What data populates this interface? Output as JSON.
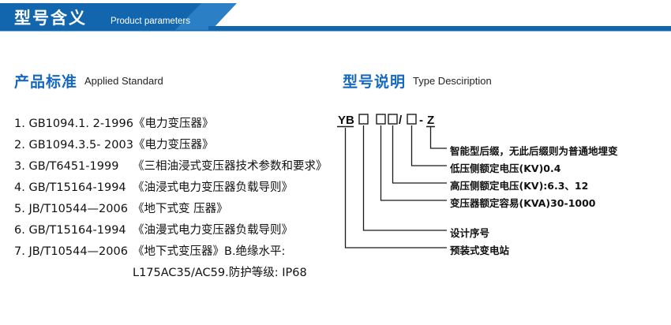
{
  "banner": {
    "title_cn": "型号含义",
    "title_en": "Product parameters",
    "color_dark": "#1266ad",
    "color_mid": "#2b7fc4",
    "color_bar": "#1266ad"
  },
  "sections": {
    "standard": {
      "title_cn": "产品标准",
      "title_en": "Applied Standard",
      "accent_color": "#1669c1",
      "items": [
        {
          "index": "1.",
          "code": "GB1094.1. 2-1996",
          "name": "《电力变压器》"
        },
        {
          "index": "2.",
          "code": "GB1094.3.5- 2003",
          "name": "《电力变压器》"
        },
        {
          "index": "3.",
          "code": "GB/T6451-1999",
          "name": "《三相油浸式变压器技术参数和要求》"
        },
        {
          "index": "4.",
          "code": "GB/T15164-1994",
          "name": "《油浸式电力变压器负载导则》"
        },
        {
          "index": "5.",
          "code": "JB/T10544—2006",
          "name": "《地下式变 压器》"
        },
        {
          "index": "6.",
          "code": "GB/T15164-1994",
          "name": "《油漫式电力变压器负载导则》"
        },
        {
          "index": "7.",
          "code": "JB/T10544—2006",
          "name": "《地下式变压器》B.绝缘水平:"
        }
      ],
      "continuation": "L175AC35/AC59.防护等级: IP68"
    },
    "type": {
      "title_cn": "型号说明",
      "title_en": "Type Desciription",
      "accent_color": "#1669c1",
      "code": {
        "prefix": "YB",
        "box1": "□",
        "box2": "□",
        "box3": "□",
        "slash": "/",
        "box4": "□",
        "dash": "-",
        "suffix": "Z"
      },
      "labels": [
        "智能型后缀，无此后缀则为普通地埋变",
        "低压侧额定电压(KV)0.4",
        "高压侧额定电压(KV):6.3、12",
        "变压器额定容易(KVA)30-1000",
        "设计序号",
        "预装式变电站"
      ]
    }
  }
}
